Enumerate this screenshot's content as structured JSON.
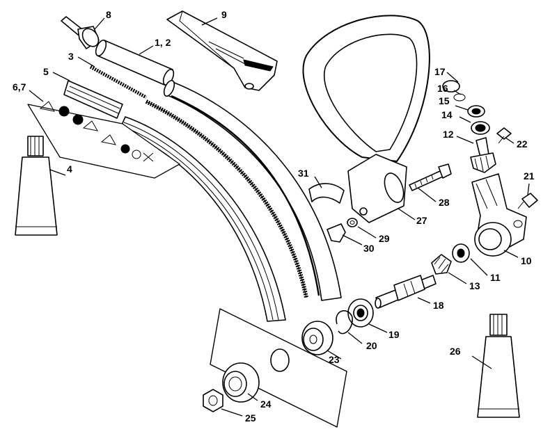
{
  "labels": {
    "l1_2": "1, 2",
    "l3": "3",
    "l4": "4",
    "l5": "5",
    "l6_7": "6,7",
    "l8": "8",
    "l9": "9",
    "l10": "10",
    "l11": "11",
    "l12": "12",
    "l13": "13",
    "l14": "14",
    "l15": "15",
    "l16": "16",
    "l17": "17",
    "l18": "18",
    "l19": "19",
    "l20": "20",
    "l21": "21",
    "l22": "22",
    "l23": "23",
    "l24": "24",
    "l25": "25",
    "l26": "26",
    "l27": "27",
    "l28": "28",
    "l29": "29",
    "l30": "30",
    "l31": "31"
  },
  "colors": {
    "ink": "#000000",
    "paper": "#ffffff",
    "shade": "#cfcfcf"
  }
}
